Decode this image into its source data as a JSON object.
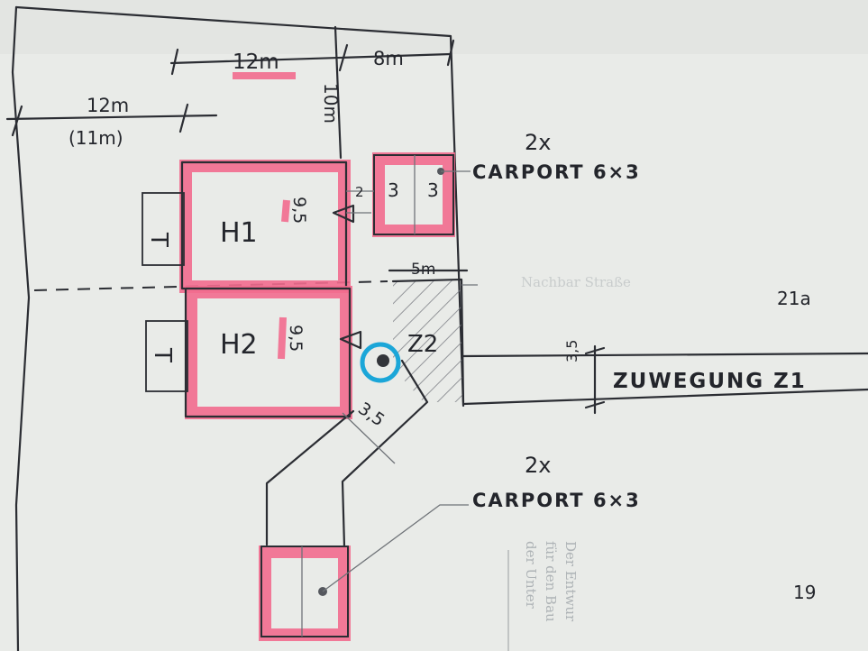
{
  "colors": {
    "paper": "#e9ebe8",
    "ink": "#2b2d33",
    "highlight_pink": "#f26b8e",
    "circle_blue": "#1ba6d8"
  },
  "labels": {
    "width_top": "12m",
    "width_right_top": "8m",
    "depth_vertical": "10m",
    "width_left": "12m",
    "width_left_alt": "(11m)",
    "carport_top_count": "2x",
    "carport_top_label": "CARPORT 6×3",
    "carport_top_w1": "3",
    "carport_top_w2": "3",
    "gap_top": "2",
    "house1": "H1",
    "house1_dim": "9,5",
    "house2": "H2",
    "house2_dim": "9,5",
    "z2_width": "5m",
    "z2": "Z2",
    "faint_street": "Nachbar Straße",
    "lot_21a": "21a",
    "access_width": "3,5",
    "access_label": "ZUWEGUNG Z1",
    "driveway_width": "3,5",
    "carport_bottom_count": "2x",
    "carport_bottom_label": "CARPORT 6×3",
    "lot_19": "19",
    "faint_note_1": "Der Entwur",
    "faint_note_2": "für den Bau",
    "faint_note_3": "der Unter"
  },
  "icons": {
    "terrace_h1": "terrace-marker-icon",
    "terrace_h2": "terrace-marker-icon",
    "circled_point": "circled-dot-icon"
  }
}
